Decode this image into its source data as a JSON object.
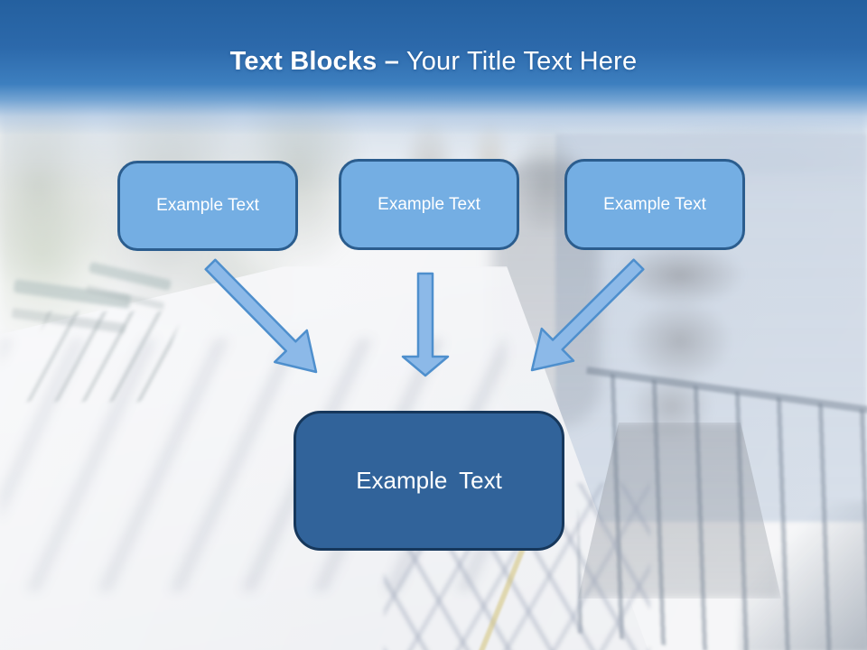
{
  "slide": {
    "title": {
      "bold_text": "Text Blocks –",
      "regular_text": " Your Title Text Here"
    },
    "blocks": {
      "top": [
        {
          "label": "Example Text"
        },
        {
          "label": "Example Text"
        },
        {
          "label": "Example Text"
        }
      ],
      "bottom": {
        "label": "Example Text"
      }
    },
    "icons": {
      "arrows": [
        {
          "name": "arrow-down-right-icon"
        },
        {
          "name": "arrow-down-icon"
        },
        {
          "name": "arrow-down-left-icon"
        }
      ]
    },
    "background": {
      "description": "faded lakeside promenade photo with benches, gravel path, stone urn and railing"
    },
    "colors": {
      "header_top": "#24609F",
      "header_bottom": "#4C8BC8",
      "title_color": "#FFFFFF",
      "block_fill": "#74AEE3",
      "block_border": "#2B5D8E",
      "result_fill": "#31639A",
      "result_border": "#16375B",
      "arrow_fill": "#8CB9E8",
      "arrow_stroke": "#4E8FCD"
    }
  }
}
